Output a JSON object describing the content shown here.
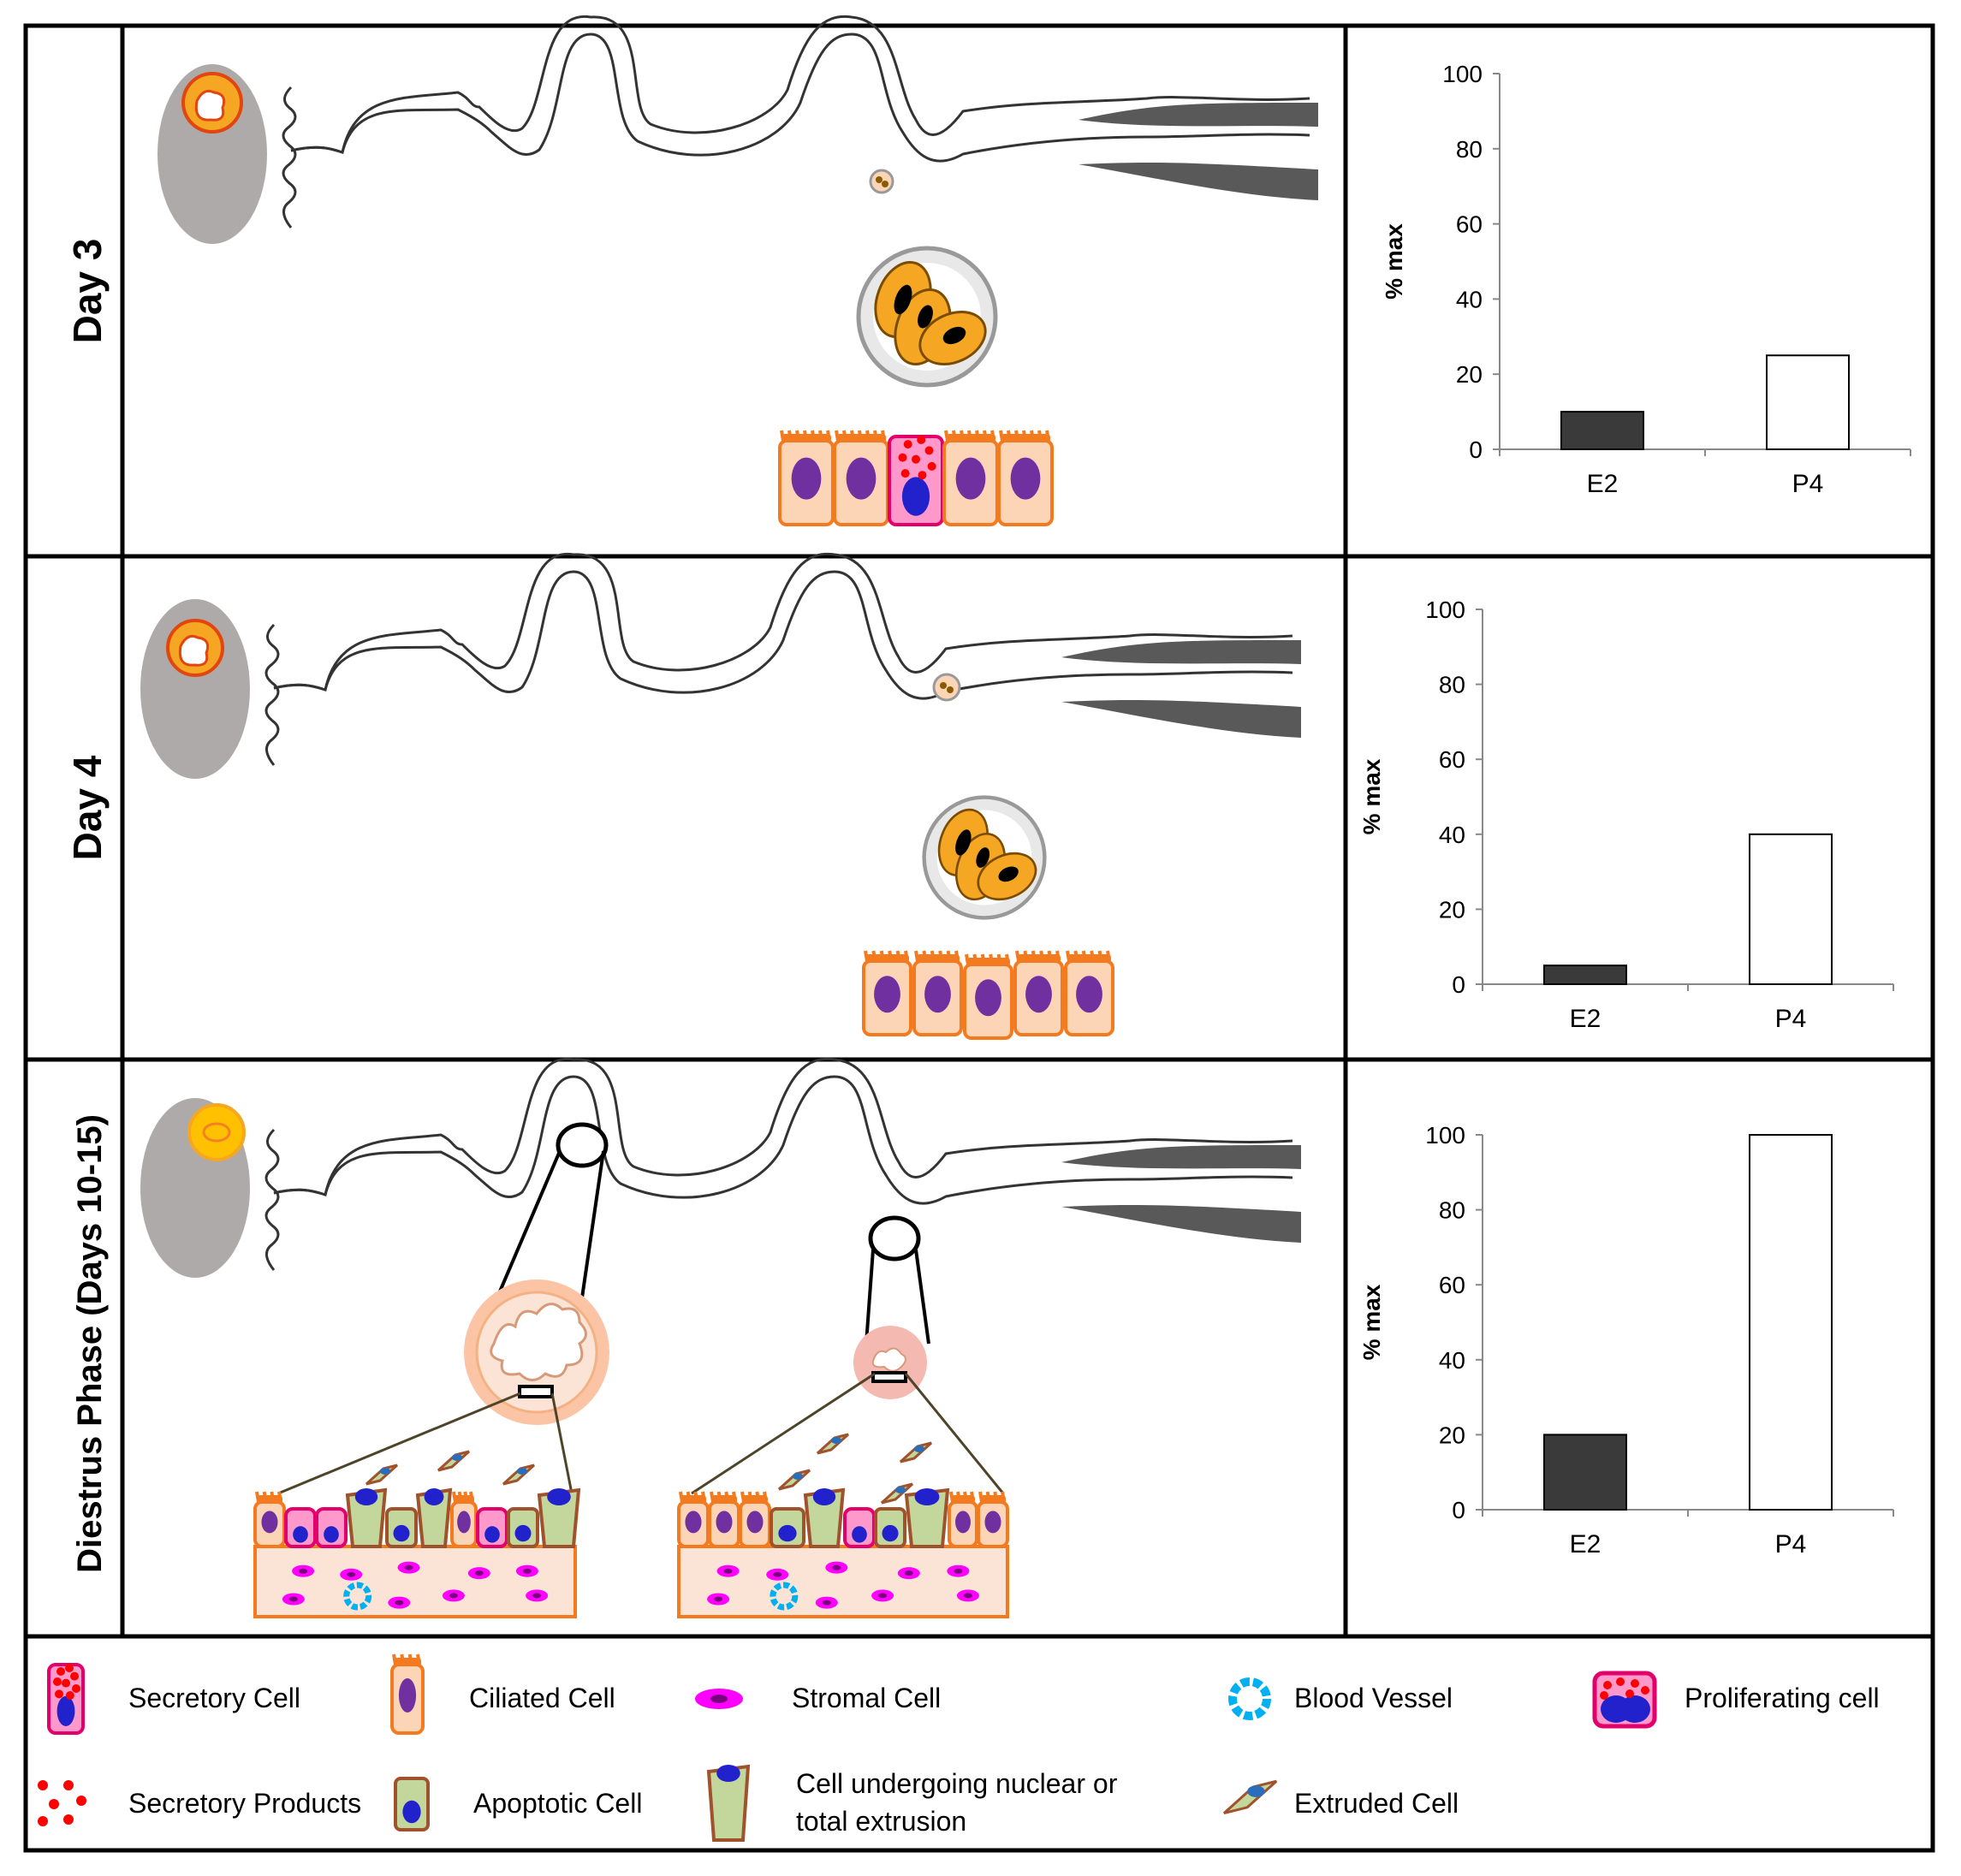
{
  "rows": [
    {
      "label": "Day 3"
    },
    {
      "label": "Day 4"
    },
    {
      "label": "Diestrus Phase (Days 10-15)"
    }
  ],
  "chart_data": [
    {
      "type": "bar",
      "categories": [
        "E2",
        "P4"
      ],
      "values": [
        10,
        25
      ],
      "ylabel": "% max",
      "ylim": [
        0,
        100
      ],
      "yticks": [
        0,
        20,
        40,
        60,
        80,
        100
      ],
      "colors": [
        "#3a3a3a",
        "#ffffff"
      ]
    },
    {
      "type": "bar",
      "categories": [
        "E2",
        "P4"
      ],
      "values": [
        5,
        40
      ],
      "ylabel": "% max",
      "ylim": [
        0,
        100
      ],
      "yticks": [
        0,
        20,
        40,
        60,
        80,
        100
      ],
      "colors": [
        "#3a3a3a",
        "#ffffff"
      ]
    },
    {
      "type": "bar",
      "categories": [
        "E2",
        "P4"
      ],
      "values": [
        20,
        100
      ],
      "ylabel": "% max",
      "ylim": [
        0,
        100
      ],
      "yticks": [
        0,
        20,
        40,
        60,
        80,
        100
      ],
      "colors": [
        "#3a3a3a",
        "#ffffff"
      ]
    }
  ],
  "legend": [
    {
      "label": "Secretory Cell",
      "icon": "secretory-cell-icon"
    },
    {
      "label": "Ciliated Cell",
      "icon": "ciliated-cell-icon"
    },
    {
      "label": "Stromal Cell",
      "icon": "stromal-cell-icon"
    },
    {
      "label": "Blood Vessel",
      "icon": "blood-vessel-icon"
    },
    {
      "label": "Proliferating cell",
      "icon": "proliferating-cell-icon"
    },
    {
      "label": "Secretory Products",
      "icon": "secretory-products-icon"
    },
    {
      "label": "Apoptotic Cell",
      "icon": "apoptotic-cell-icon"
    },
    {
      "label": "Cell undergoing nuclear or total extrusion",
      "icon": "extrusion-cell-icon"
    },
    {
      "label": "Extruded Cell",
      "icon": "extruded-cell-icon"
    }
  ],
  "colors": {
    "ovary": "#aeaaaa",
    "uterus": "#595959",
    "cell_fill": "#fbd5b5",
    "cell_stroke": "#f47a20",
    "nucleus": "#7030a0",
    "secretory_fill": "#ff99cc",
    "secretory_stroke": "#e2006a",
    "blue_nucleus": "#2222cc",
    "apoptotic_fill": "#c3d69b",
    "apoptotic_stroke": "#a0522d",
    "stroma_fill": "#fbe4d5",
    "stromal": "#ff00ff",
    "vessel": "#00b0f0",
    "embryo": "#f5a623",
    "red": "#ff0000",
    "bar_dark": "#3a3a3a"
  }
}
